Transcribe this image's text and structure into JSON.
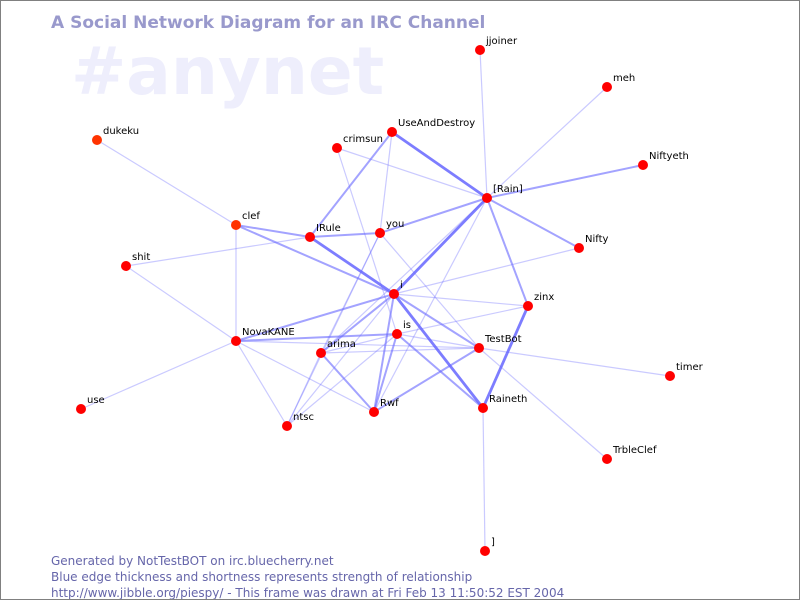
{
  "watermark": "#anynet",
  "title": "A Social Network Diagram for an IRC Channel",
  "footer": {
    "line1": "Generated by NotTestBOT on irc.bluecherry.net",
    "line2": "Blue edge thickness and shortness represents strength of relationship",
    "line3": "http://www.jibble.org/piespy/ - This frame was drawn at Fri Feb 13 11:50:52 EST 2004"
  },
  "colors": {
    "node": "#ff0000",
    "edge": "#6666ff",
    "title": "#9999cc"
  },
  "nodes": [
    "jjoiner",
    "meh",
    "UseAndDestroy",
    "crimsun",
    "Niftyeth",
    "dukeku",
    "[Rain]",
    "clef",
    "IRule",
    "you",
    "Nifty",
    "shit",
    "i",
    "zinx",
    "is",
    "NovaKANE",
    "TestBot",
    "arima",
    "timer",
    "Rwf",
    "Raineth",
    "ntsc",
    "use",
    "TrbleClef",
    "]"
  ],
  "edges": [
    [
      "jjoiner",
      "[Rain]",
      1
    ],
    [
      "meh",
      "[Rain]",
      1
    ],
    [
      "Niftyeth",
      "[Rain]",
      2
    ],
    [
      "UseAndDestroy",
      "[Rain]",
      3
    ],
    [
      "crimsun",
      "[Rain]",
      1
    ],
    [
      "crimsun",
      "is",
      1
    ],
    [
      "UseAndDestroy",
      "IRule",
      2
    ],
    [
      "UseAndDestroy",
      "you",
      1
    ],
    [
      "dukeku",
      "clef",
      1
    ],
    [
      "clef",
      "IRule",
      2
    ],
    [
      "clef",
      "i",
      2
    ],
    [
      "clef",
      "NovaKANE",
      1
    ],
    [
      "IRule",
      "you",
      2
    ],
    [
      "IRule",
      "i",
      3
    ],
    [
      "shit",
      "IRule",
      1
    ],
    [
      "shit",
      "NovaKANE",
      1
    ],
    [
      "you",
      "[Rain]",
      2
    ],
    [
      "you",
      "arima",
      1
    ],
    [
      "you",
      "TestBot",
      1
    ],
    [
      "you",
      "ntsc",
      1
    ],
    [
      "[Rain]",
      "Nifty",
      2
    ],
    [
      "[Rain]",
      "i",
      3
    ],
    [
      "[Rain]",
      "zinx",
      2
    ],
    [
      "[Rain]",
      "Rwf",
      1
    ],
    [
      "[Rain]",
      "arima",
      1
    ],
    [
      "Nifty",
      "i",
      1
    ],
    [
      "i",
      "zinx",
      1
    ],
    [
      "i",
      "TestBot",
      2
    ],
    [
      "i",
      "Raineth",
      3
    ],
    [
      "i",
      "NovaKANE",
      2
    ],
    [
      "i",
      "arima",
      2
    ],
    [
      "i",
      "Rwf",
      2
    ],
    [
      "i",
      "ntsc",
      1
    ],
    [
      "zinx",
      "Raineth",
      3
    ],
    [
      "zinx",
      "is",
      1
    ],
    [
      "is",
      "NovaKANE",
      2
    ],
    [
      "is",
      "arima",
      1
    ],
    [
      "is",
      "Raineth",
      2
    ],
    [
      "is",
      "Rwf",
      2
    ],
    [
      "is",
      "TestBot",
      1
    ],
    [
      "is",
      "ntsc",
      1
    ],
    [
      "NovaKANE",
      "TestBot",
      1
    ],
    [
      "NovaKANE",
      "Rwf",
      1
    ],
    [
      "NovaKANE",
      "ntsc",
      1
    ],
    [
      "NovaKANE",
      "use",
      1
    ],
    [
      "arima",
      "TestBot",
      1
    ],
    [
      "arima",
      "Rwf",
      2
    ],
    [
      "arima",
      "ntsc",
      1
    ],
    [
      "TestBot",
      "Rwf",
      2
    ],
    [
      "TestBot",
      "timer",
      1
    ],
    [
      "TestBot",
      "TrbleClef",
      1
    ],
    [
      "Raineth",
      "]",
      1
    ]
  ]
}
